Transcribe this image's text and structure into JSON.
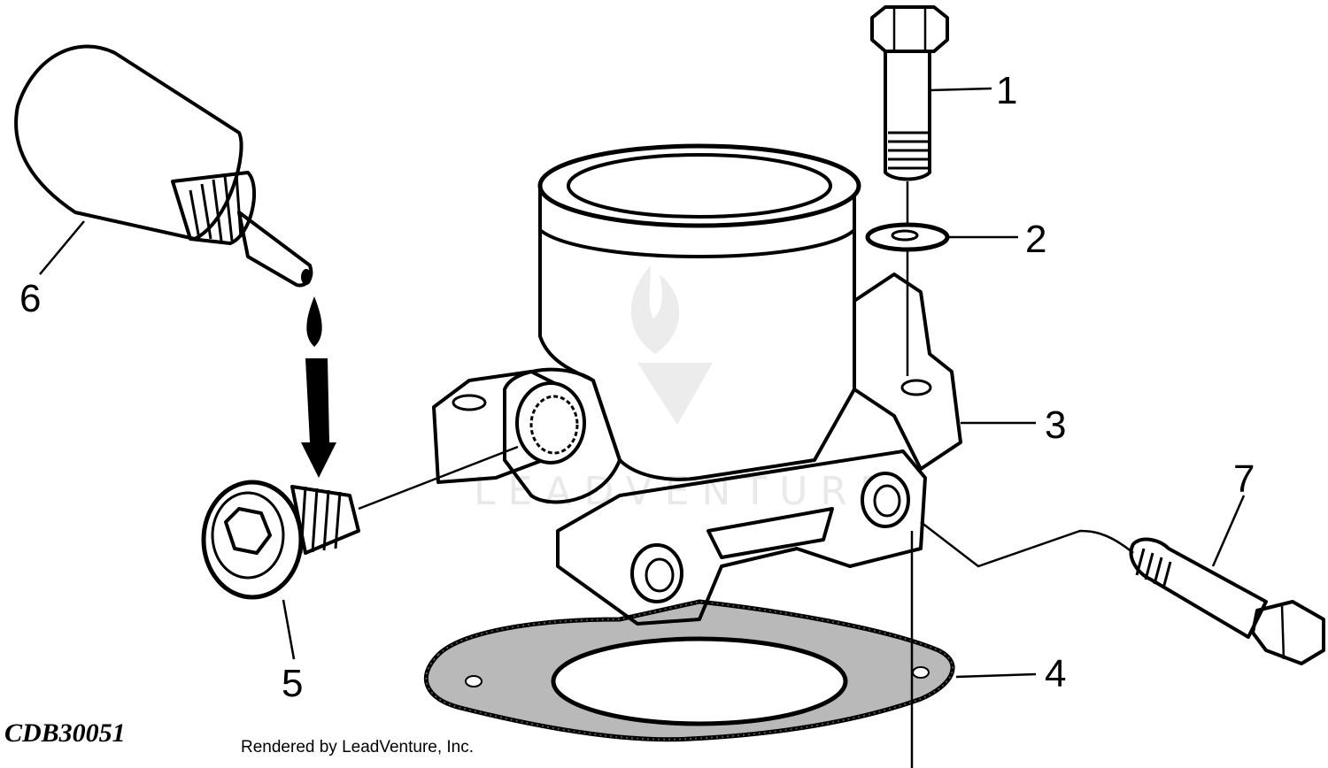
{
  "diagram": {
    "callouts": [
      {
        "id": "1",
        "label": "1"
      },
      {
        "id": "2",
        "label": "2"
      },
      {
        "id": "3",
        "label": "3"
      },
      {
        "id": "4",
        "label": "4"
      },
      {
        "id": "5",
        "label": "5"
      },
      {
        "id": "6",
        "label": "6"
      },
      {
        "id": "7",
        "label": "7"
      }
    ],
    "figure_code": "CDB30051",
    "credit": "Rendered by LeadVenture, Inc.",
    "watermark": "LEADVENTURE",
    "colors": {
      "ink": "#000000",
      "paper": "#ffffff",
      "watermark": "#e9e9e9"
    }
  }
}
